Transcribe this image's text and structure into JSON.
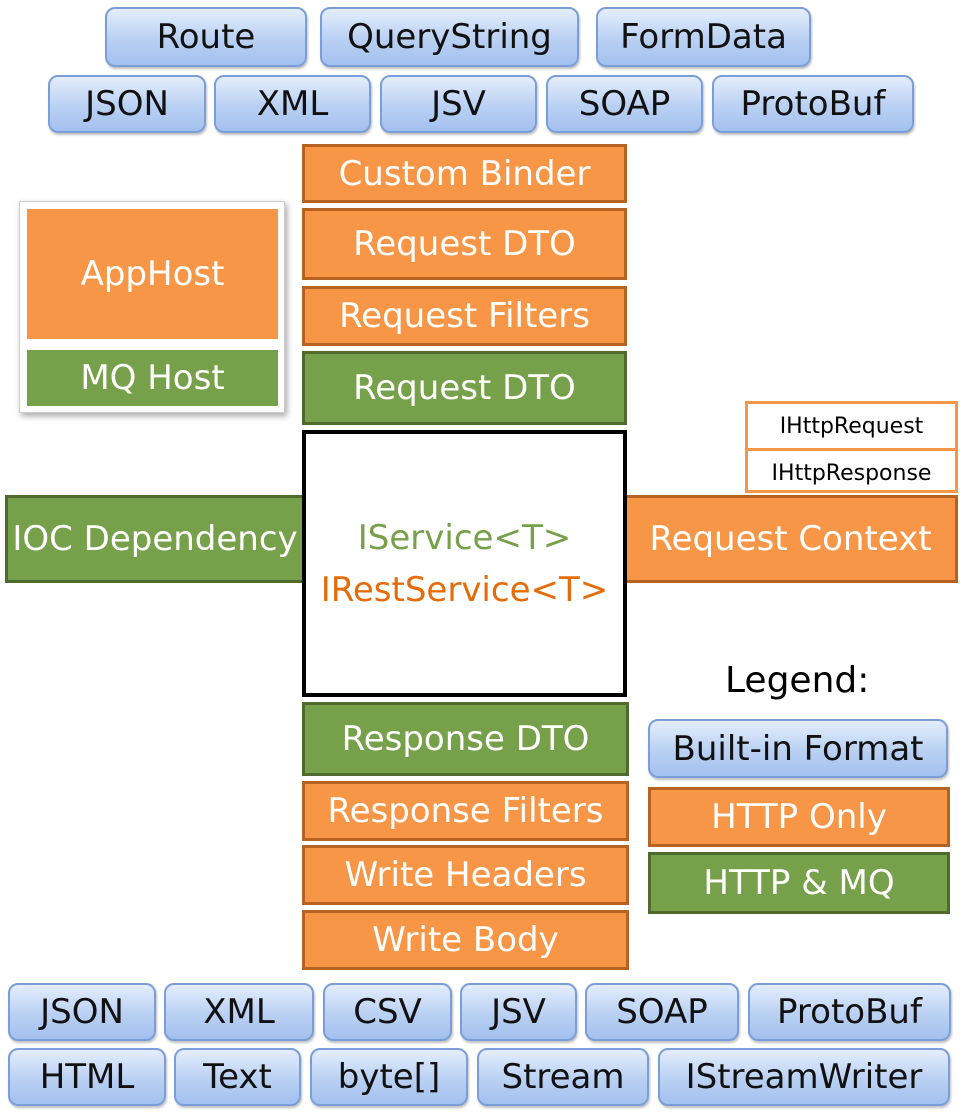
{
  "input_formats": {
    "row1": [
      "Route",
      "QueryString",
      "FormData"
    ],
    "row2": [
      "JSON",
      "XML",
      "JSV",
      "SOAP",
      "ProtoBuf"
    ]
  },
  "request_pipeline": {
    "custom_binder": "Custom Binder",
    "request_dto_http": "Request DTO",
    "request_filters": "Request Filters",
    "request_dto_mq": "Request DTO"
  },
  "hosts": {
    "app_host": "AppHost",
    "mq_host": "MQ Host"
  },
  "service": {
    "iservice": "IService<T>",
    "irestservice": "IRestService<T>"
  },
  "ioc": "IOC Dependency",
  "request_context": {
    "label": "Request Context",
    "items": [
      "IHttpRequest",
      "IHttpResponse"
    ]
  },
  "response_pipeline": {
    "response_dto": "Response DTO",
    "response_filters": "Response Filters",
    "write_headers": "Write Headers",
    "write_body": "Write Body"
  },
  "legend": {
    "title": "Legend:",
    "built_in_format": "Built-in Format",
    "http_only": "HTTP Only",
    "http_and_mq": "HTTP & MQ"
  },
  "output_formats": {
    "row1": [
      "JSON",
      "XML",
      "CSV",
      "JSV",
      "SOAP",
      "ProtoBuf"
    ],
    "row2": [
      "HTML",
      "Text",
      "byte[]",
      "Stream",
      "IStreamWriter"
    ]
  },
  "colors": {
    "format_blue": "#b9d0f3",
    "http_only_orange": "#f79646",
    "http_mq_green": "#77a04a",
    "irestservice_text": "#e46c0a"
  }
}
